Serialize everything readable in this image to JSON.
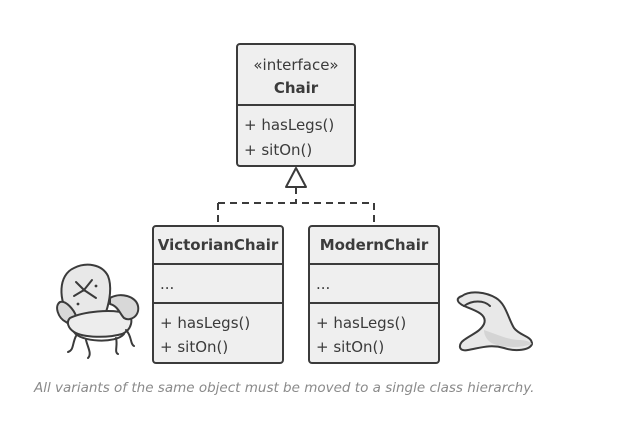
{
  "interface": {
    "stereotype": "«interface»",
    "name": "Chair",
    "methods": [
      "+ hasLegs()",
      "+ sitOn()"
    ]
  },
  "classes": [
    {
      "name": "VictorianChair",
      "fields": "...",
      "methods": [
        "+ hasLegs()",
        "+ sitOn()"
      ]
    },
    {
      "name": "ModernChair",
      "fields": "...",
      "methods": [
        "+ hasLegs()",
        "+ sitOn()"
      ]
    }
  ],
  "caption": "All variants of the same object must be moved to a single class hierarchy.",
  "icons": [
    "victorian-armchair-icon",
    "modern-curved-chair-icon"
  ],
  "colors": {
    "stroke": "#3b3b3b",
    "box_fill": "#efefef",
    "caption": "#8a8a8a"
  }
}
